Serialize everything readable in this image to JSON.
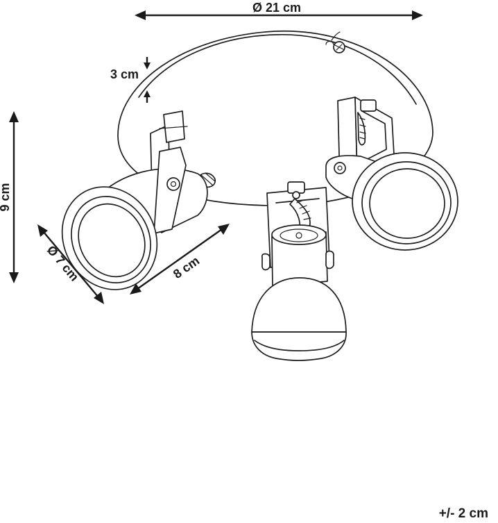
{
  "dimensions": {
    "diameter_base": "Ø 21 cm",
    "base_height": "3 cm",
    "total_height": "9 cm",
    "shade_diameter": "Ø 7 cm",
    "arm_length": "8 cm"
  },
  "tolerance": "+/- 2 cm",
  "colors": {
    "line": "#1e1e1e",
    "background": "#ffffff"
  }
}
